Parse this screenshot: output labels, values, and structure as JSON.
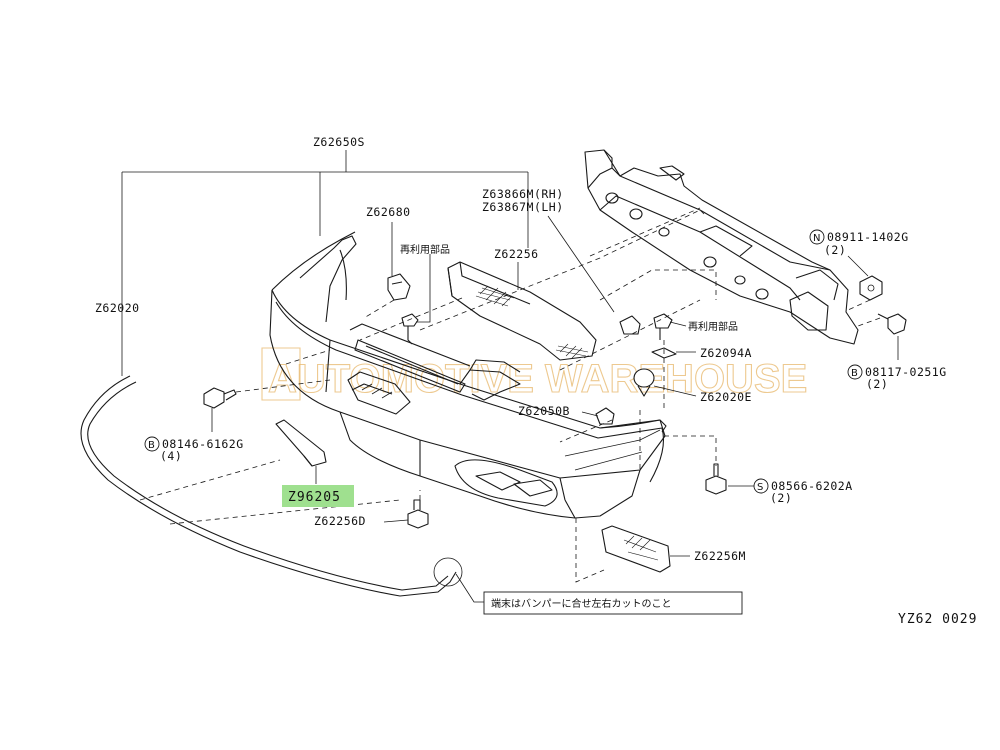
{
  "labels": {
    "z62650s": "Z62650S",
    "z62020": "Z62020",
    "z62680": "Z62680",
    "saiyou1": "再利用部品",
    "z63866m": "Z63866M(RH)",
    "z63867m": "Z63867M(LH)",
    "z62256": "Z62256",
    "n08911": "08911-1402G",
    "n08911_qty": "(2)",
    "saiyou2": "再利用部品",
    "z62094a": "Z62094A",
    "b08117": "08117-0251G",
    "b08117_qty": "(2)",
    "z62020e": "Z62020E",
    "z62050b": "Z62050B",
    "b08146": "08146-6162G",
    "b08146_qty": "(4)",
    "z96205": "Z96205",
    "z62256d": "Z62256D",
    "s08566": "08566-6202A",
    "s08566_qty": "(2)",
    "z62256m": "Z62256M",
    "note": "端末はバンパーに合せ左右カットのこと",
    "diagram_ref": "YZ62 0029"
  },
  "circled_prefixes": {
    "n": "N",
    "b": "B",
    "s": "S"
  },
  "watermark": "AUTOMOTIVE WAREHOUSE",
  "colors": {
    "highlight": "#9fe08f",
    "line": "#1a1a1a",
    "watermark": "#e8b86b"
  }
}
